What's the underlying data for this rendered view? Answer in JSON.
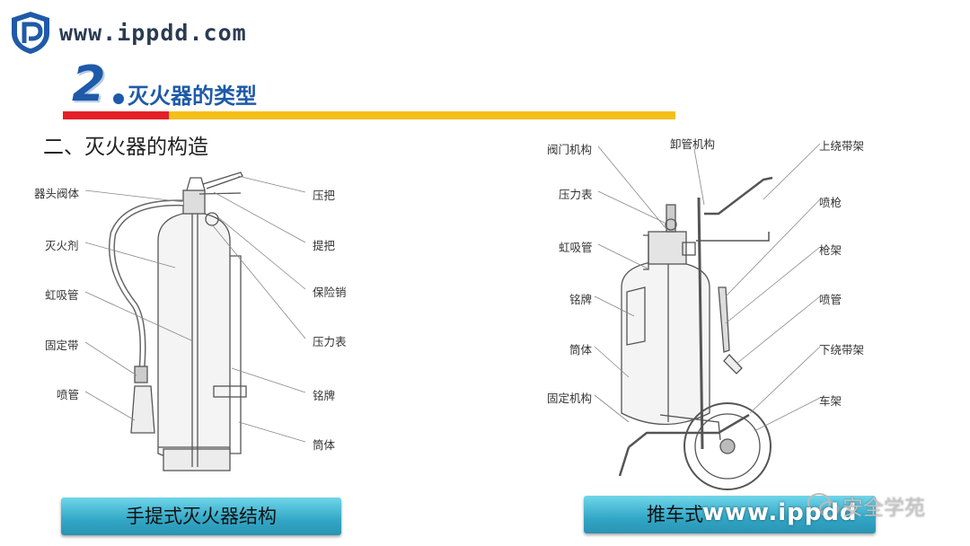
{
  "header": {
    "site_url": "www.ippdd.com",
    "section_number": "2",
    "section_title": "灭火器的类型",
    "colors": {
      "brand": "#1f5aa8",
      "red_bar": "#e32027",
      "yellow_bar": "#f5bf1a"
    }
  },
  "subtitle": "二、灭火器的构造",
  "portable": {
    "caption": "手提式灭火器结构",
    "labels_left": [
      "器头阀体",
      "灭火剂",
      "虹吸管",
      "固定带",
      "喷管"
    ],
    "labels_right": [
      "压把",
      "提把",
      "保险销",
      "压力表",
      "铭牌",
      "筒体"
    ]
  },
  "cart": {
    "caption": "推车式灭火器结构",
    "caption_visible": "推车式",
    "labels_left": [
      "阀门机构",
      "压力表",
      "虹吸管",
      "铭牌",
      "筒体",
      "固定机构"
    ],
    "labels_top": [
      "卸管机构"
    ],
    "labels_right": [
      "上绕带架",
      "喷枪",
      "枪架",
      "喷管",
      "下绕带架",
      "车架"
    ]
  },
  "watermark": {
    "url": "www.ippdd",
    "name": "安全学苑"
  }
}
